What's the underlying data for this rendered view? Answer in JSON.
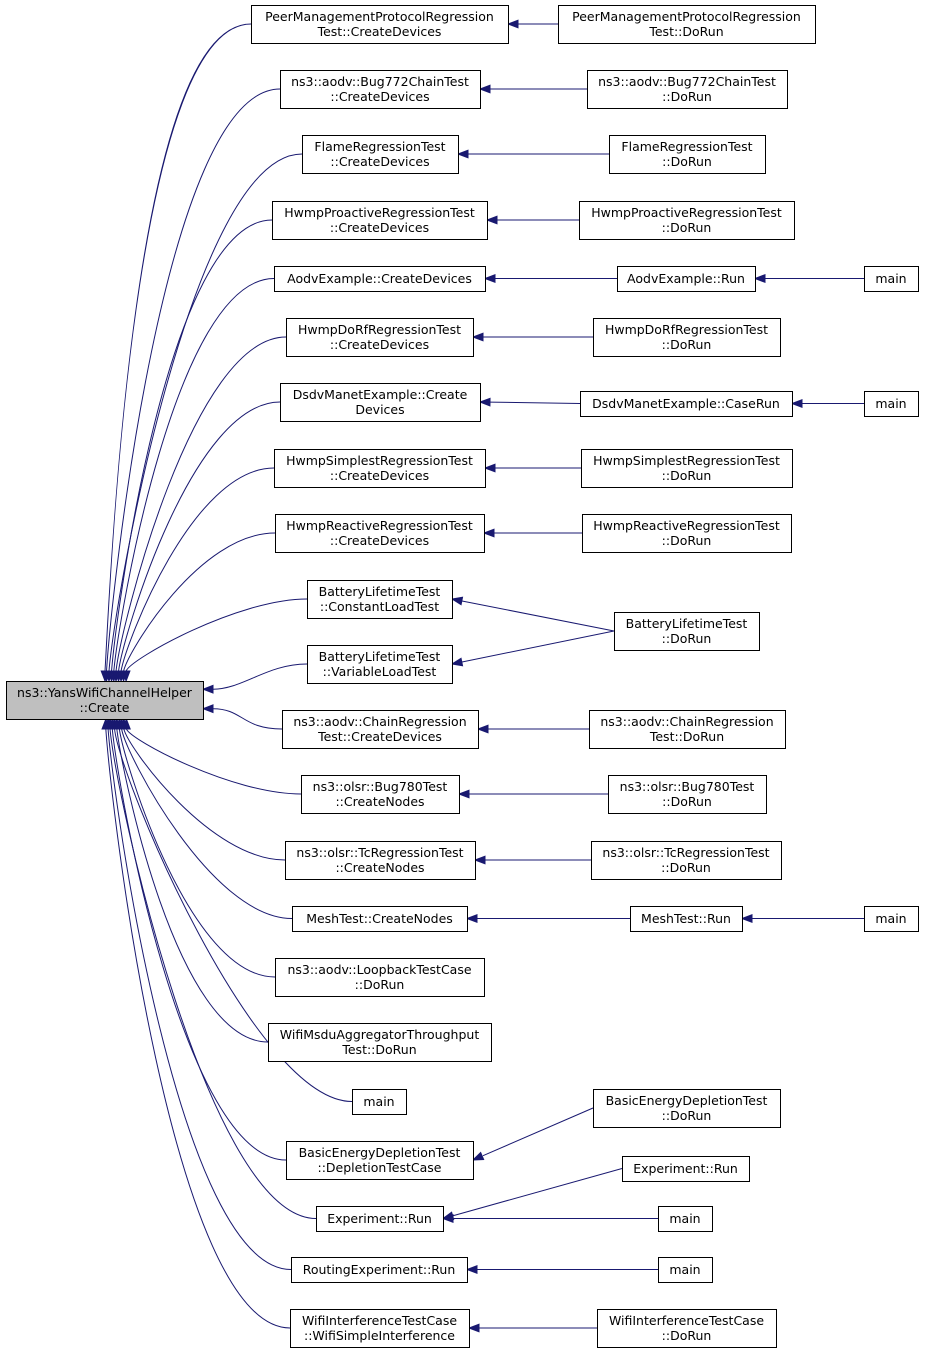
{
  "nodes": [
    {
      "id": "root",
      "lines": [
        "ns3::YansWifiChannelHelper",
        "::Create"
      ],
      "root": true
    },
    {
      "id": "pmpr_cd",
      "lines": [
        "PeerManagementProtocolRegression",
        "Test::CreateDevices"
      ]
    },
    {
      "id": "pmpr_dr",
      "lines": [
        "PeerManagementProtocolRegression",
        "Test::DoRun"
      ]
    },
    {
      "id": "b772_cd",
      "lines": [
        "ns3::aodv::Bug772ChainTest",
        "::CreateDevices"
      ]
    },
    {
      "id": "b772_dr",
      "lines": [
        "ns3::aodv::Bug772ChainTest",
        "::DoRun"
      ]
    },
    {
      "id": "flame_cd",
      "lines": [
        "FlameRegressionTest",
        "::CreateDevices"
      ]
    },
    {
      "id": "flame_dr",
      "lines": [
        "FlameRegressionTest",
        "::DoRun"
      ]
    },
    {
      "id": "hpro_cd",
      "lines": [
        "HwmpProactiveRegressionTest",
        "::CreateDevices"
      ]
    },
    {
      "id": "hpro_dr",
      "lines": [
        "HwmpProactiveRegressionTest",
        "::DoRun"
      ]
    },
    {
      "id": "aodvex_cd",
      "lines": [
        "AodvExample::CreateDevices"
      ]
    },
    {
      "id": "aodvex_run",
      "lines": [
        "AodvExample::Run"
      ]
    },
    {
      "id": "main1",
      "lines": [
        "main"
      ]
    },
    {
      "id": "hdorf_cd",
      "lines": [
        "HwmpDoRfRegressionTest",
        "::CreateDevices"
      ]
    },
    {
      "id": "hdorf_dr",
      "lines": [
        "HwmpDoRfRegressionTest",
        "::DoRun"
      ]
    },
    {
      "id": "dsdv_cd",
      "lines": [
        "DsdvManetExample::Create",
        "Devices"
      ]
    },
    {
      "id": "dsdv_cr",
      "lines": [
        "DsdvManetExample::CaseRun"
      ]
    },
    {
      "id": "main2",
      "lines": [
        "main"
      ]
    },
    {
      "id": "hsimp_cd",
      "lines": [
        "HwmpSimplestRegressionTest",
        "::CreateDevices"
      ]
    },
    {
      "id": "hsimp_dr",
      "lines": [
        "HwmpSimplestRegressionTest",
        "::DoRun"
      ]
    },
    {
      "id": "hreac_cd",
      "lines": [
        "HwmpReactiveRegressionTest",
        "::CreateDevices"
      ]
    },
    {
      "id": "hreac_dr",
      "lines": [
        "HwmpReactiveRegressionTest",
        "::DoRun"
      ]
    },
    {
      "id": "bat_const",
      "lines": [
        "BatteryLifetimeTest",
        "::ConstantLoadTest"
      ]
    },
    {
      "id": "bat_var",
      "lines": [
        "BatteryLifetimeTest",
        "::VariableLoadTest"
      ]
    },
    {
      "id": "bat_dr",
      "lines": [
        "BatteryLifetimeTest",
        "::DoRun"
      ]
    },
    {
      "id": "chreg_cd",
      "lines": [
        "ns3::aodv::ChainRegression",
        "Test::CreateDevices"
      ]
    },
    {
      "id": "chreg_dr",
      "lines": [
        "ns3::aodv::ChainRegression",
        "Test::DoRun"
      ]
    },
    {
      "id": "b780_cn",
      "lines": [
        "ns3::olsr::Bug780Test",
        "::CreateNodes"
      ]
    },
    {
      "id": "b780_dr",
      "lines": [
        "ns3::olsr::Bug780Test",
        "::DoRun"
      ]
    },
    {
      "id": "tcreg_cn",
      "lines": [
        "ns3::olsr::TcRegressionTest",
        "::CreateNodes"
      ]
    },
    {
      "id": "tcreg_dr",
      "lines": [
        "ns3::olsr::TcRegressionTest",
        "::DoRun"
      ]
    },
    {
      "id": "mesh_cn",
      "lines": [
        "MeshTest::CreateNodes"
      ]
    },
    {
      "id": "mesh_run",
      "lines": [
        "MeshTest::Run"
      ]
    },
    {
      "id": "main3",
      "lines": [
        "main"
      ]
    },
    {
      "id": "loop_dr",
      "lines": [
        "ns3::aodv::LoopbackTestCase",
        "::DoRun"
      ]
    },
    {
      "id": "msdu_dr",
      "lines": [
        "WifiMsduAggregatorThroughput",
        "Test::DoRun"
      ]
    },
    {
      "id": "main_direct",
      "lines": [
        "main"
      ]
    },
    {
      "id": "bed_dtc",
      "lines": [
        "BasicEnergyDepletionTest",
        "::DepletionTestCase"
      ]
    },
    {
      "id": "bed_dr",
      "lines": [
        "BasicEnergyDepletionTest",
        "::DoRun"
      ]
    },
    {
      "id": "exp_run",
      "lines": [
        "Experiment::Run"
      ]
    },
    {
      "id": "exp_run2",
      "lines": [
        "Experiment::Run"
      ]
    },
    {
      "id": "main4",
      "lines": [
        "main"
      ]
    },
    {
      "id": "rexp_run",
      "lines": [
        "RoutingExperiment::Run"
      ]
    },
    {
      "id": "main5",
      "lines": [
        "main"
      ]
    },
    {
      "id": "wint_wsi",
      "lines": [
        "WifiInterferenceTestCase",
        "::WifiSimpleInterference"
      ]
    },
    {
      "id": "wint_dr",
      "lines": [
        "WifiInterferenceTestCase",
        "::DoRun"
      ]
    }
  ],
  "edges": [
    {
      "from": "pmpr_cd",
      "to": "root"
    },
    {
      "from": "b772_cd",
      "to": "root"
    },
    {
      "from": "flame_cd",
      "to": "root"
    },
    {
      "from": "hpro_cd",
      "to": "root"
    },
    {
      "from": "aodvex_cd",
      "to": "root"
    },
    {
      "from": "hdorf_cd",
      "to": "root"
    },
    {
      "from": "dsdv_cd",
      "to": "root"
    },
    {
      "from": "hsimp_cd",
      "to": "root"
    },
    {
      "from": "hreac_cd",
      "to": "root"
    },
    {
      "from": "bat_const",
      "to": "root"
    },
    {
      "from": "bat_var",
      "to": "root"
    },
    {
      "from": "chreg_cd",
      "to": "root"
    },
    {
      "from": "b780_cn",
      "to": "root"
    },
    {
      "from": "tcreg_cn",
      "to": "root"
    },
    {
      "from": "mesh_cn",
      "to": "root"
    },
    {
      "from": "loop_dr",
      "to": "root"
    },
    {
      "from": "msdu_dr",
      "to": "root"
    },
    {
      "from": "main_direct",
      "to": "root"
    },
    {
      "from": "bed_dtc",
      "to": "root"
    },
    {
      "from": "exp_run",
      "to": "root"
    },
    {
      "from": "rexp_run",
      "to": "root"
    },
    {
      "from": "wint_wsi",
      "to": "root"
    },
    {
      "from": "pmpr_dr",
      "to": "pmpr_cd"
    },
    {
      "from": "b772_dr",
      "to": "b772_cd"
    },
    {
      "from": "flame_dr",
      "to": "flame_cd"
    },
    {
      "from": "hpro_dr",
      "to": "hpro_cd"
    },
    {
      "from": "aodvex_run",
      "to": "aodvex_cd"
    },
    {
      "from": "main1",
      "to": "aodvex_run"
    },
    {
      "from": "hdorf_dr",
      "to": "hdorf_cd"
    },
    {
      "from": "dsdv_cr",
      "to": "dsdv_cd"
    },
    {
      "from": "main2",
      "to": "dsdv_cr"
    },
    {
      "from": "hsimp_dr",
      "to": "hsimp_cd"
    },
    {
      "from": "hreac_dr",
      "to": "hreac_cd"
    },
    {
      "from": "bat_dr",
      "to": "bat_const"
    },
    {
      "from": "bat_dr",
      "to": "bat_var"
    },
    {
      "from": "chreg_dr",
      "to": "chreg_cd"
    },
    {
      "from": "b780_dr",
      "to": "b780_cn"
    },
    {
      "from": "tcreg_dr",
      "to": "tcreg_cn"
    },
    {
      "from": "mesh_run",
      "to": "mesh_cn"
    },
    {
      "from": "main3",
      "to": "mesh_run"
    },
    {
      "from": "bed_dr",
      "to": "bed_dtc"
    },
    {
      "from": "exp_run2",
      "to": "exp_run"
    },
    {
      "from": "main4",
      "to": "exp_run"
    },
    {
      "from": "main5",
      "to": "rexp_run"
    },
    {
      "from": "wint_dr",
      "to": "wint_wsi"
    }
  ],
  "colors": {
    "edge": "#191970",
    "root_fill": "#bfbfbf",
    "node_fill": "#ffffff",
    "border": "#000000"
  }
}
